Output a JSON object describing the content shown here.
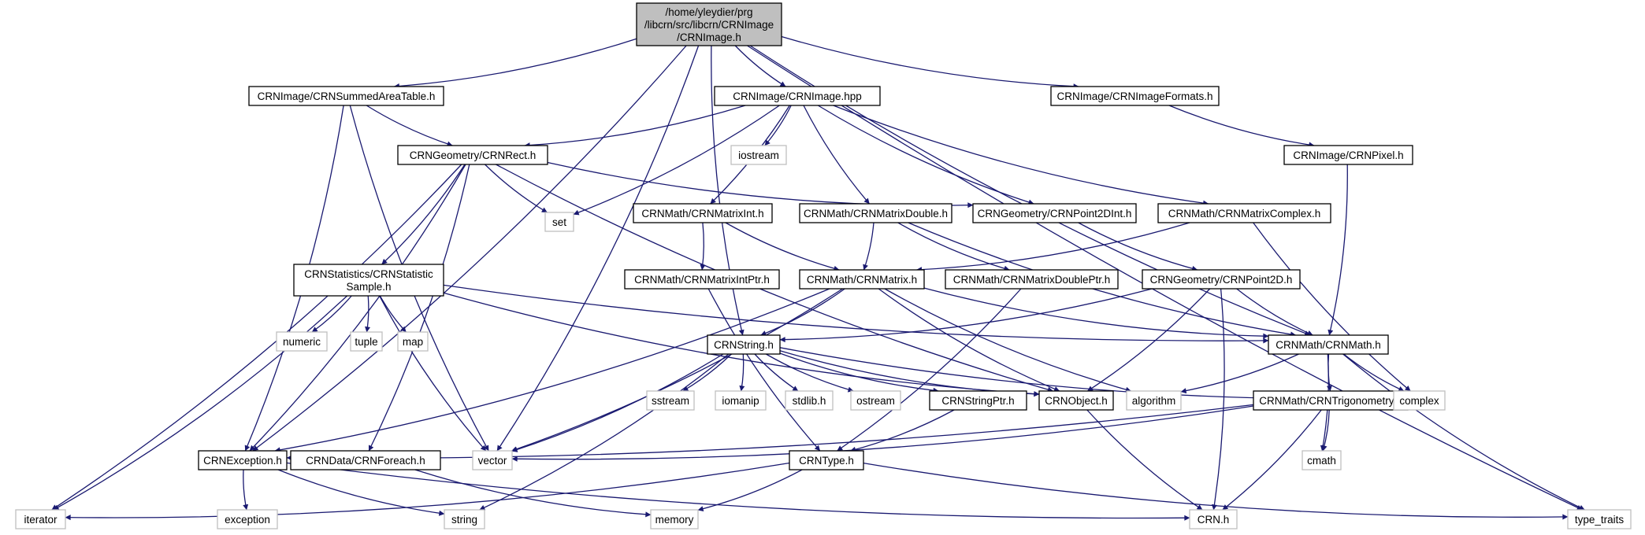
{
  "diagram": {
    "edge_color": "#191970",
    "root_fill": "#bfbfbf",
    "external_stroke": "#bfbfbf",
    "nodes": [
      {
        "id": "root",
        "lines": [
          "/home/yleydier/prg",
          "/libcrn/src/libcrn/CRNImage",
          "/CRNImage.h"
        ],
        "kind": "root"
      },
      {
        "id": "sat",
        "lines": [
          "CRNImage/CRNSummedAreaTable.h"
        ],
        "kind": "file"
      },
      {
        "id": "hpp",
        "lines": [
          "CRNImage/CRNImage.hpp"
        ],
        "kind": "file"
      },
      {
        "id": "fmt",
        "lines": [
          "CRNImage/CRNImageFormats.h"
        ],
        "kind": "file"
      },
      {
        "id": "rect",
        "lines": [
          "CRNGeometry/CRNRect.h"
        ],
        "kind": "file"
      },
      {
        "id": "iostream",
        "lines": [
          "iostream"
        ],
        "kind": "ext"
      },
      {
        "id": "pixel",
        "lines": [
          "CRNImage/CRNPixel.h"
        ],
        "kind": "file"
      },
      {
        "id": "set",
        "lines": [
          "set"
        ],
        "kind": "ext"
      },
      {
        "id": "mint",
        "lines": [
          "CRNMath/CRNMatrixInt.h"
        ],
        "kind": "file"
      },
      {
        "id": "mdbl",
        "lines": [
          "CRNMath/CRNMatrixDouble.h"
        ],
        "kind": "file"
      },
      {
        "id": "p2dint",
        "lines": [
          "CRNGeometry/CRNPoint2DInt.h"
        ],
        "kind": "file"
      },
      {
        "id": "mcplx",
        "lines": [
          "CRNMath/CRNMatrixComplex.h"
        ],
        "kind": "file"
      },
      {
        "id": "stat",
        "lines": [
          "CRNStatistics/CRNStatistic",
          "Sample.h"
        ],
        "kind": "file"
      },
      {
        "id": "mintptr",
        "lines": [
          "CRNMath/CRNMatrixIntPtr.h"
        ],
        "kind": "file"
      },
      {
        "id": "matrix",
        "lines": [
          "CRNMath/CRNMatrix.h"
        ],
        "kind": "file"
      },
      {
        "id": "mdblptr",
        "lines": [
          "CRNMath/CRNMatrixDoublePtr.h"
        ],
        "kind": "file"
      },
      {
        "id": "p2d",
        "lines": [
          "CRNGeometry/CRNPoint2D.h"
        ],
        "kind": "file"
      },
      {
        "id": "numeric",
        "lines": [
          "numeric"
        ],
        "kind": "ext"
      },
      {
        "id": "tuple",
        "lines": [
          "tuple"
        ],
        "kind": "ext"
      },
      {
        "id": "map",
        "lines": [
          "map"
        ],
        "kind": "ext"
      },
      {
        "id": "string",
        "lines": [
          "CRNString.h"
        ],
        "kind": "file"
      },
      {
        "id": "math",
        "lines": [
          "CRNMath/CRNMath.h"
        ],
        "kind": "file"
      },
      {
        "id": "sstream",
        "lines": [
          "sstream"
        ],
        "kind": "ext"
      },
      {
        "id": "iomanip",
        "lines": [
          "iomanip"
        ],
        "kind": "ext"
      },
      {
        "id": "stdlib",
        "lines": [
          "stdlib.h"
        ],
        "kind": "ext"
      },
      {
        "id": "ostream",
        "lines": [
          "ostream"
        ],
        "kind": "ext"
      },
      {
        "id": "strptr",
        "lines": [
          "CRNStringPtr.h"
        ],
        "kind": "file"
      },
      {
        "id": "object",
        "lines": [
          "CRNObject.h"
        ],
        "kind": "file"
      },
      {
        "id": "algorithm",
        "lines": [
          "algorithm"
        ],
        "kind": "ext"
      },
      {
        "id": "trig",
        "lines": [
          "CRNMath/CRNTrigonometry.h"
        ],
        "kind": "file"
      },
      {
        "id": "complex",
        "lines": [
          "complex"
        ],
        "kind": "ext"
      },
      {
        "id": "exception_h",
        "lines": [
          "CRNException.h"
        ],
        "kind": "file"
      },
      {
        "id": "foreach",
        "lines": [
          "CRNData/CRNForeach.h"
        ],
        "kind": "file"
      },
      {
        "id": "vector",
        "lines": [
          "vector"
        ],
        "kind": "ext"
      },
      {
        "id": "type",
        "lines": [
          "CRNType.h"
        ],
        "kind": "file"
      },
      {
        "id": "cmath",
        "lines": [
          "cmath"
        ],
        "kind": "ext"
      },
      {
        "id": "iterator",
        "lines": [
          "iterator"
        ],
        "kind": "ext"
      },
      {
        "id": "exception",
        "lines": [
          "exception"
        ],
        "kind": "ext"
      },
      {
        "id": "stdstring",
        "lines": [
          "string"
        ],
        "kind": "ext"
      },
      {
        "id": "memory",
        "lines": [
          "memory"
        ],
        "kind": "ext"
      },
      {
        "id": "crn",
        "lines": [
          "CRN.h"
        ],
        "kind": "ext"
      },
      {
        "id": "typetraits",
        "lines": [
          "type_traits"
        ],
        "kind": "ext"
      }
    ],
    "edges": [
      [
        "root",
        "sat"
      ],
      [
        "root",
        "hpp"
      ],
      [
        "root",
        "fmt"
      ],
      [
        "root",
        "math"
      ],
      [
        "root",
        "string"
      ],
      [
        "root",
        "exception_h"
      ],
      [
        "root",
        "vector"
      ],
      [
        "root",
        "typetraits"
      ],
      [
        "sat",
        "rect"
      ],
      [
        "sat",
        "exception_h"
      ],
      [
        "sat",
        "vector"
      ],
      [
        "hpp",
        "rect"
      ],
      [
        "hpp",
        "iostream"
      ],
      [
        "hpp",
        "set"
      ],
      [
        "hpp",
        "mint"
      ],
      [
        "hpp",
        "mdbl"
      ],
      [
        "hpp",
        "p2dint"
      ],
      [
        "hpp",
        "mcplx"
      ],
      [
        "fmt",
        "pixel"
      ],
      [
        "pixel",
        "math"
      ],
      [
        "rect",
        "set"
      ],
      [
        "rect",
        "p2dint"
      ],
      [
        "rect",
        "stat"
      ],
      [
        "rect",
        "exception_h"
      ],
      [
        "rect",
        "foreach"
      ],
      [
        "rect",
        "iterator"
      ],
      [
        "rect",
        "object"
      ],
      [
        "mint",
        "matrix"
      ],
      [
        "mint",
        "mintptr"
      ],
      [
        "mdbl",
        "matrix"
      ],
      [
        "mdbl",
        "mdblptr"
      ],
      [
        "mdbl",
        "math"
      ],
      [
        "mcplx",
        "matrix"
      ],
      [
        "mcplx",
        "complex"
      ],
      [
        "p2dint",
        "p2d"
      ],
      [
        "stat",
        "numeric"
      ],
      [
        "stat",
        "tuple"
      ],
      [
        "stat",
        "map"
      ],
      [
        "stat",
        "vector"
      ],
      [
        "stat",
        "iterator"
      ],
      [
        "stat",
        "math"
      ],
      [
        "stat",
        "object"
      ],
      [
        "mintptr",
        "type"
      ],
      [
        "matrix",
        "string"
      ],
      [
        "matrix",
        "object"
      ],
      [
        "matrix",
        "math"
      ],
      [
        "matrix",
        "exception_h"
      ],
      [
        "matrix",
        "vector"
      ],
      [
        "matrix",
        "algorithm"
      ],
      [
        "mdblptr",
        "type"
      ],
      [
        "p2d",
        "string"
      ],
      [
        "p2d",
        "object"
      ],
      [
        "p2d",
        "math"
      ],
      [
        "p2d",
        "crn"
      ],
      [
        "string",
        "sstream"
      ],
      [
        "string",
        "iomanip"
      ],
      [
        "string",
        "stdlib"
      ],
      [
        "string",
        "ostream"
      ],
      [
        "string",
        "strptr"
      ],
      [
        "string",
        "object"
      ],
      [
        "string",
        "vector"
      ],
      [
        "string",
        "stdstring"
      ],
      [
        "string",
        "complex"
      ],
      [
        "math",
        "trig"
      ],
      [
        "math",
        "complex"
      ],
      [
        "math",
        "algorithm"
      ],
      [
        "math",
        "cmath"
      ],
      [
        "math",
        "typetraits"
      ],
      [
        "trig",
        "cmath"
      ],
      [
        "trig",
        "exception_h"
      ],
      [
        "trig",
        "vector"
      ],
      [
        "trig",
        "crn"
      ],
      [
        "strptr",
        "type"
      ],
      [
        "object",
        "crn"
      ],
      [
        "exception_h",
        "exception"
      ],
      [
        "exception_h",
        "stdstring"
      ],
      [
        "exception_h",
        "crn"
      ],
      [
        "foreach",
        "memory"
      ],
      [
        "type",
        "iterator"
      ],
      [
        "type",
        "memory"
      ],
      [
        "type",
        "typetraits"
      ]
    ]
  }
}
